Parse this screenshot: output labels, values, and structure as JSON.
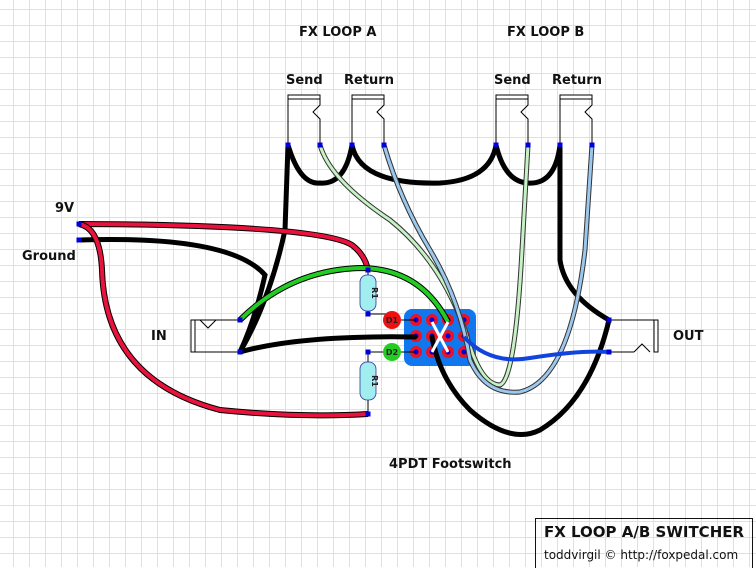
{
  "diagram": {
    "title": "FX LOOP A/B SWITCHER",
    "credit": "toddvirgil © http://foxpedal.com",
    "loops": [
      {
        "name": "FX LOOP A",
        "jacks": [
          {
            "label": "Send"
          },
          {
            "label": "Return"
          }
        ]
      },
      {
        "name": "FX LOOP B",
        "jacks": [
          {
            "label": "Send"
          },
          {
            "label": "Return"
          }
        ]
      }
    ],
    "power": {
      "v9_label": "9V",
      "ground_label": "Ground"
    },
    "in_jack": {
      "label": "IN"
    },
    "out_jack": {
      "label": "OUT"
    },
    "switch": {
      "label": "4PDT Footswitch"
    },
    "components": {
      "r1_top": "R1",
      "r1_bottom": "R1",
      "led1": "D1",
      "led2": "D2"
    },
    "colors": {
      "wire_black": "#000000",
      "wire_red": "#e8123c",
      "wire_green": "#22cc22",
      "wire_lightgreen": "#c6f2c6",
      "wire_lightblue": "#9cc8ee",
      "wire_blue": "#1144dd",
      "switch_body": "#1177ee",
      "lug": "#ee1122",
      "node": "#0000dd",
      "resistor": "#a0eef0",
      "led_d1": "#ee1111",
      "led_d2": "#22cc22"
    }
  }
}
